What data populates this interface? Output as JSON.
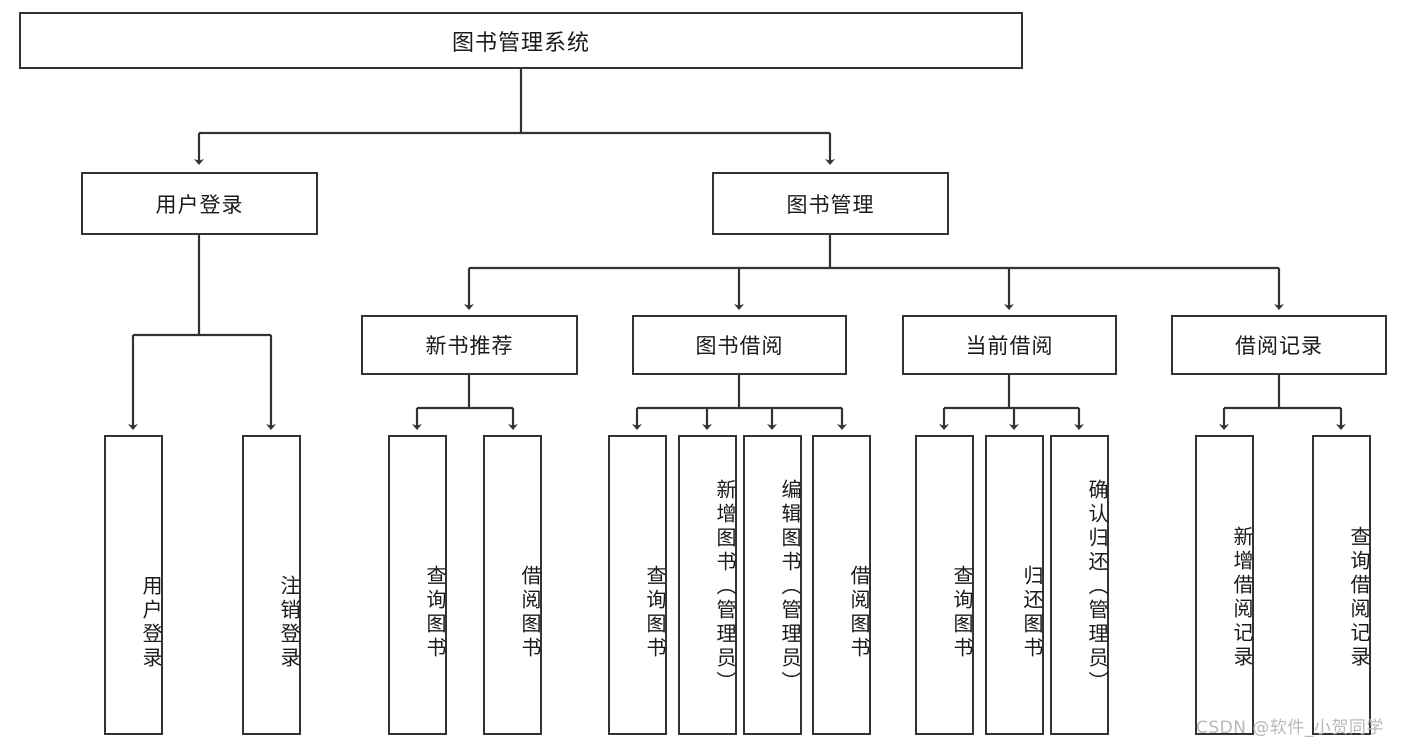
{
  "diagram": {
    "type": "tree",
    "title": "图书管理系统",
    "root": {
      "label": "图书管理系统"
    },
    "level2": [
      {
        "label": "用户登录"
      },
      {
        "label": "图书管理"
      }
    ],
    "level3": [
      {
        "label": "新书推荐"
      },
      {
        "label": "图书借阅"
      },
      {
        "label": "当前借阅"
      },
      {
        "label": "借阅记录"
      }
    ],
    "leaves": {
      "user_login": [
        {
          "label": "用户登录"
        },
        {
          "label": "注销登录"
        }
      ],
      "new_book_recommend": [
        {
          "label": "查询图书"
        },
        {
          "label": "借阅图书"
        }
      ],
      "book_borrow": [
        {
          "label": "查询图书"
        },
        {
          "label": "新增图书（管理员）"
        },
        {
          "label": "编辑图书（管理员）"
        },
        {
          "label": "借阅图书"
        }
      ],
      "current_borrow": [
        {
          "label": "查询图书"
        },
        {
          "label": "归还图书"
        },
        {
          "label": "确认归还（管理员）"
        }
      ],
      "borrow_record": [
        {
          "label": "新增借阅记录"
        },
        {
          "label": "查询借阅记录"
        }
      ]
    }
  },
  "watermark": {
    "text": "CSDN @软件_小贺同学"
  },
  "colors": {
    "border": "#333333",
    "text": "#1a1a1a",
    "background": "#ffffff",
    "watermark": "#b9b9b9"
  }
}
